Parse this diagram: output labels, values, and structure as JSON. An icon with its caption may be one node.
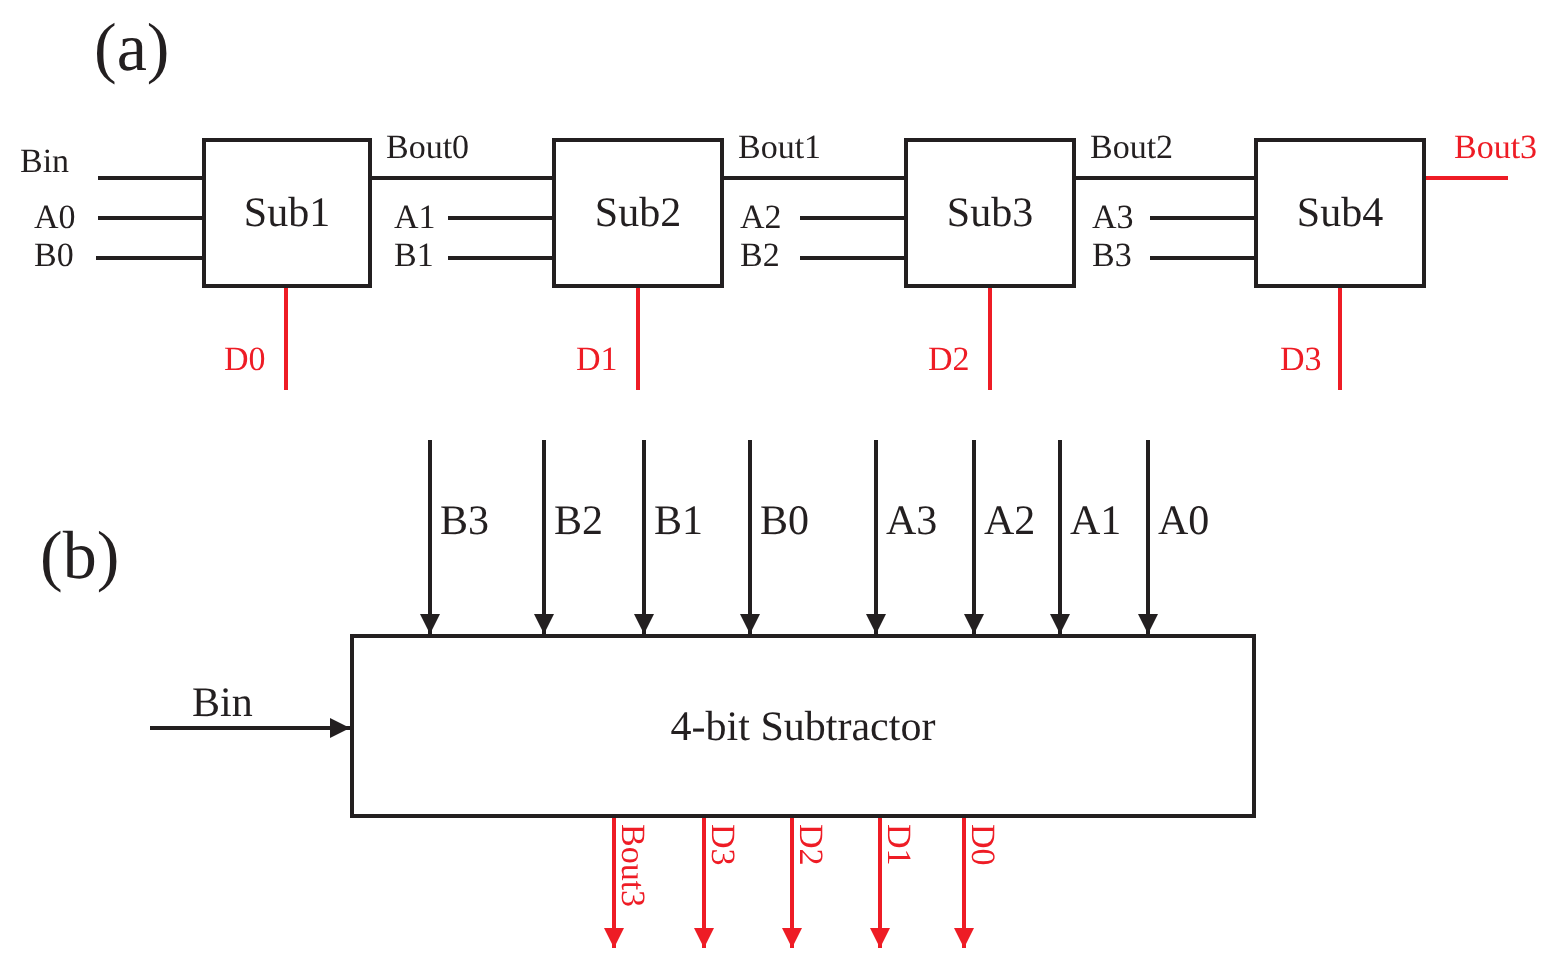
{
  "diagram": {
    "nodes": [
      {
        "text": [
          "Sub1"
        ]
      },
      {
        "text": [
          "Sub2"
        ]
      },
      {
        "text": [
          "Sub3"
        ]
      },
      {
        "text": [
          "Sub4"
        ]
      },
      {
        "text": [
          "4-bit Subtractor"
        ]
      }
    ],
    "edges": [
      {
        "from": null,
        "to": 0,
        "arrow": "none",
        "label": "Bin"
      },
      {
        "from": null,
        "to": 0,
        "arrow": "none",
        "label": "A0"
      },
      {
        "from": null,
        "to": 0,
        "arrow": "none",
        "label": "B0"
      },
      {
        "from": 0,
        "to": 1,
        "arrow": "none",
        "label": "Bout0"
      },
      {
        "from": null,
        "to": 1,
        "arrow": "none",
        "label": "A1"
      },
      {
        "from": null,
        "to": 1,
        "arrow": "none",
        "label": "B1"
      },
      {
        "from": 1,
        "to": 2,
        "arrow": "none",
        "label": "Bout1"
      },
      {
        "from": null,
        "to": 2,
        "arrow": "none",
        "label": "A2"
      },
      {
        "from": null,
        "to": 2,
        "arrow": "none",
        "label": "B2"
      },
      {
        "from": 2,
        "to": 3,
        "arrow": "none",
        "label": "Bout2"
      },
      {
        "from": null,
        "to": 3,
        "arrow": "none",
        "label": "A3"
      },
      {
        "from": null,
        "to": 3,
        "arrow": "none",
        "label": "B3"
      },
      {
        "from": 3,
        "to": null,
        "arrow": "none",
        "label": "Bout3",
        "color": "#ee1c25"
      },
      {
        "from": 0,
        "to": null,
        "arrow": "none",
        "label": "D0",
        "color": "#ee1c25"
      },
      {
        "from": 1,
        "to": null,
        "arrow": "none",
        "label": "D1",
        "color": "#ee1c25"
      },
      {
        "from": 2,
        "to": null,
        "arrow": "none",
        "label": "D2",
        "color": "#ee1c25"
      },
      {
        "from": 3,
        "to": null,
        "arrow": "none",
        "label": "D3",
        "color": "#ee1c25"
      },
      {
        "from": null,
        "to": 4,
        "arrow": "to",
        "label": "B3"
      },
      {
        "from": null,
        "to": 4,
        "arrow": "to",
        "label": "B2"
      },
      {
        "from": null,
        "to": 4,
        "arrow": "to",
        "label": "B1"
      },
      {
        "from": null,
        "to": 4,
        "arrow": "to",
        "label": "B0"
      },
      {
        "from": null,
        "to": 4,
        "arrow": "to",
        "label": "A3"
      },
      {
        "from": null,
        "to": 4,
        "arrow": "to",
        "label": "A2"
      },
      {
        "from": null,
        "to": 4,
        "arrow": "to",
        "label": "A1"
      },
      {
        "from": null,
        "to": 4,
        "arrow": "to",
        "label": "A0"
      },
      {
        "from": null,
        "to": 4,
        "arrow": "to",
        "label": "Bin"
      },
      {
        "from": 4,
        "to": null,
        "arrow": "to",
        "label": "Bout3",
        "color": "#ee1c25"
      },
      {
        "from": 4,
        "to": null,
        "arrow": "to",
        "label": "D3",
        "color": "#ee1c25"
      },
      {
        "from": 4,
        "to": null,
        "arrow": "to",
        "label": "D2",
        "color": "#ee1c25"
      },
      {
        "from": 4,
        "to": null,
        "arrow": "to",
        "label": "D1",
        "color": "#ee1c25"
      },
      {
        "from": 4,
        "to": null,
        "arrow": "to",
        "label": "D0",
        "color": "#ee1c25"
      }
    ],
    "labels": [
      "(a)",
      "(b)"
    ]
  }
}
